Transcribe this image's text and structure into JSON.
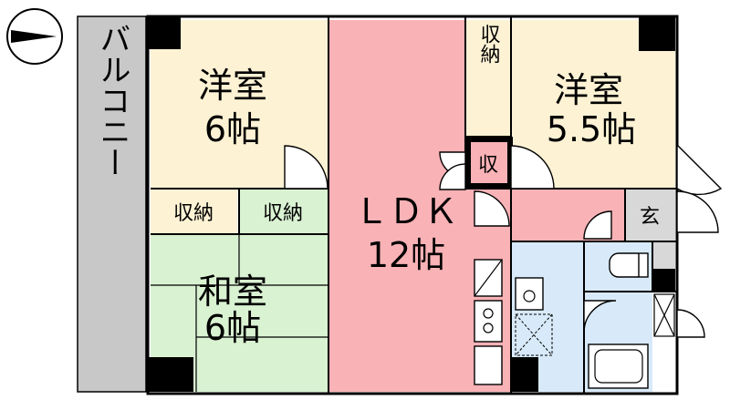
{
  "rooms": {
    "balcony": "バルコニー",
    "western_1": {
      "name": "洋室",
      "size": "6帖"
    },
    "western_2": {
      "name": "洋室",
      "size": "5.5帖"
    },
    "japanese": {
      "name": "和室",
      "size": "6帖"
    },
    "ldk": {
      "name": "ＬＤＫ",
      "size": "12帖"
    },
    "storage": "収納",
    "storage_vertical": "収納",
    "storage_small": "収",
    "entrance": "玄"
  },
  "colors": {
    "western": "#fdf2d4",
    "ldk": "#f9b2b6",
    "japanese": "#d9f2d2",
    "wet": "#d8eaf9",
    "balcony": "#c8c8c8",
    "entrance": "#d8d8d8"
  }
}
